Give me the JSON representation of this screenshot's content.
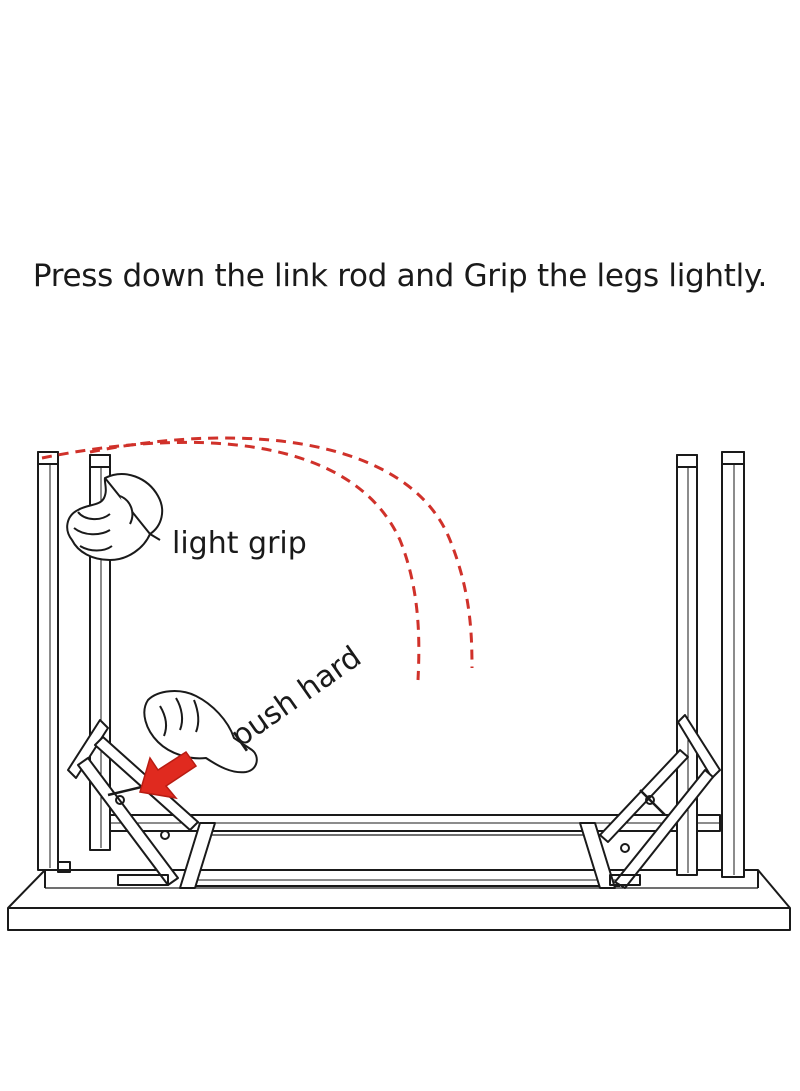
{
  "instruction": "Press down the link rod and Grip the legs lightly.",
  "labels": {
    "light_grip": "light grip",
    "push_hard": "push hard"
  },
  "colors": {
    "line": "#1a1a1a",
    "arrow": "#e02a1f",
    "fold_path": "#d0312a",
    "background": "#ffffff"
  },
  "icons": [
    "hand-grip-icon",
    "hand-push-icon",
    "push-arrow-icon"
  ]
}
